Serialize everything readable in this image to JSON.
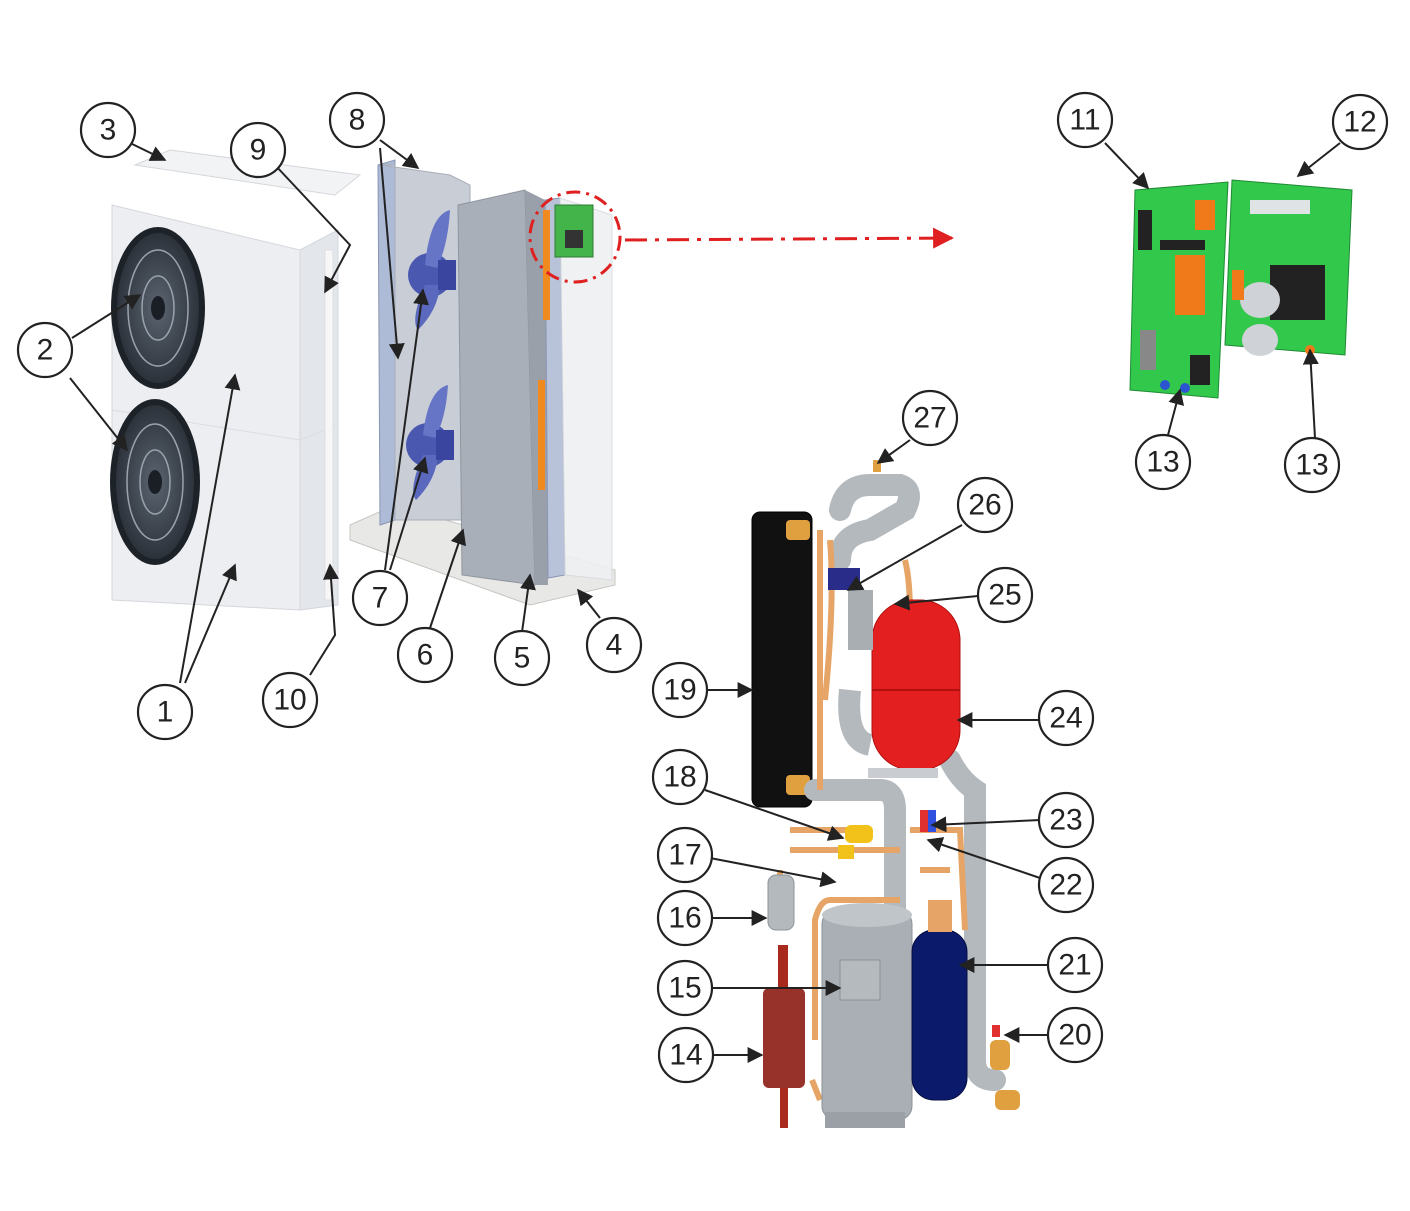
{
  "diagram": {
    "callouts": [
      "1",
      "2",
      "3",
      "4",
      "5",
      "6",
      "7",
      "8",
      "9",
      "10",
      "11",
      "12",
      "13",
      "14",
      "15",
      "16",
      "17",
      "18",
      "19",
      "20",
      "21",
      "22",
      "23",
      "24",
      "25",
      "26",
      "27"
    ]
  },
  "colors": {
    "cabinet": "#eef0f2",
    "fan_grille": "#2a3038",
    "fan_blade": "#5563b8",
    "frame": "#b9bec6",
    "pcb": "#2fc54a",
    "copper_pipe": "#e6a566",
    "grey_pipe": "#b4b9be",
    "red_vessel": "#e31f1f",
    "blue_vessel": "#0b1a6b",
    "dark_red_vessel": "#8c1c14",
    "black_exchanger": "#111111",
    "zoom_arrow": "#e02020"
  }
}
